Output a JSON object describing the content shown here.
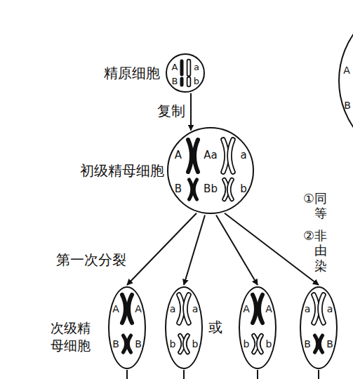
{
  "diagram": {
    "nodes": [
      {
        "text": [
          "精原细胞",
          "A",
          "a",
          "B",
          "b"
        ]
      },
      {
        "text": [
          "初级精母细胞",
          "A",
          "Aa",
          "a",
          "B",
          "Bb",
          "b"
        ]
      },
      {
        "text": [
          "A",
          "A",
          "B",
          "B"
        ]
      },
      {
        "text": [
          "a",
          "a",
          "b",
          "b"
        ]
      },
      {
        "text": [
          "A",
          "A",
          "b",
          "b"
        ]
      },
      {
        "text": [
          "a",
          "a",
          "B",
          "B"
        ]
      },
      {
        "text": [
          "A",
          "B"
        ]
      }
    ],
    "edges": [
      {
        "from": 0,
        "to": 1,
        "arrow": "to",
        "label": "复制"
      },
      {
        "from": 1,
        "to": 2,
        "arrow": "to"
      },
      {
        "from": 1,
        "to": 3,
        "arrow": "to"
      },
      {
        "from": 1,
        "to": 4,
        "arrow": "to"
      },
      {
        "from": 1,
        "to": 5,
        "arrow": "to"
      }
    ],
    "labels": [
      "第一次分裂",
      "次级精母细胞",
      "或",
      "①同",
      "等",
      "②非",
      "由",
      "染"
    ]
  }
}
